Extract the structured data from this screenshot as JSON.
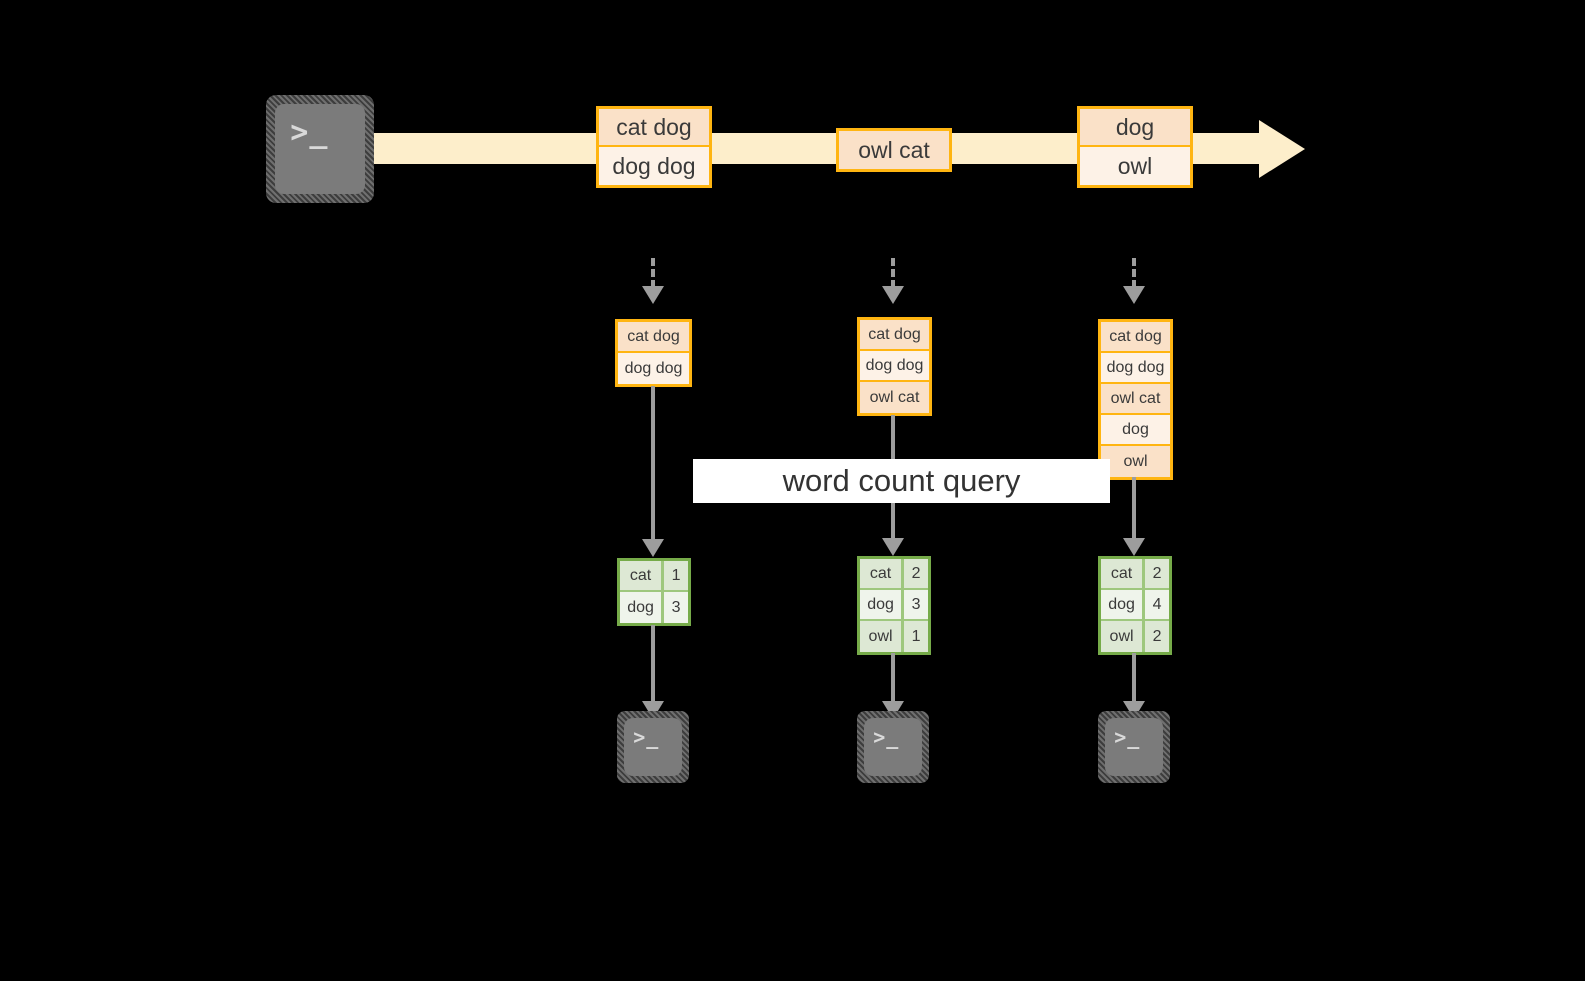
{
  "diagram": {
    "title": "word count query",
    "colors": {
      "background": "#000000",
      "stream_band": "#fdeecb",
      "record_border": "#ffb511",
      "record_cell_dark": "#fae1c8",
      "record_cell_light": "#fdf2e7",
      "table_border": "#76ab49",
      "table_cell_dark": "#dde8d4",
      "table_cell_light": "#eff4eb",
      "arrow_gray": "#9d9d9d",
      "label_background": "#ffffff",
      "icon_gray": "#7b7b7b"
    }
  },
  "source": {
    "icon": "terminal-icon",
    "prompt": ">_"
  },
  "stream": {
    "groups": [
      {
        "name": "stream-batch-1",
        "records": [
          {
            "text": "cat dog",
            "shade": "dark"
          },
          {
            "text": "dog dog",
            "shade": "light"
          }
        ]
      },
      {
        "name": "stream-batch-2",
        "records": [
          {
            "text": "owl cat",
            "shade": "dark"
          }
        ]
      },
      {
        "name": "stream-batch-3",
        "records": [
          {
            "text": "dog",
            "shade": "dark"
          },
          {
            "text": "owl",
            "shade": "light"
          }
        ]
      }
    ]
  },
  "query": {
    "label": "word count query"
  },
  "columns": [
    {
      "name": "micro-batch-1",
      "input": {
        "records": [
          {
            "text": "cat dog",
            "shade": "dark"
          },
          {
            "text": "dog dog",
            "shade": "light"
          }
        ]
      },
      "result": {
        "rows": [
          {
            "word": "cat",
            "count": "1",
            "shade": "dark"
          },
          {
            "word": "dog",
            "count": "3",
            "shade": "light"
          }
        ]
      },
      "sink": {
        "icon": "terminal-icon",
        "prompt": ">_"
      }
    },
    {
      "name": "micro-batch-2",
      "input": {
        "records": [
          {
            "text": "cat dog",
            "shade": "dark"
          },
          {
            "text": "dog dog",
            "shade": "light"
          },
          {
            "text": "owl cat",
            "shade": "dark"
          }
        ]
      },
      "result": {
        "rows": [
          {
            "word": "cat",
            "count": "2",
            "shade": "dark"
          },
          {
            "word": "dog",
            "count": "3",
            "shade": "light"
          },
          {
            "word": "owl",
            "count": "1",
            "shade": "dark"
          }
        ]
      },
      "sink": {
        "icon": "terminal-icon",
        "prompt": ">_"
      }
    },
    {
      "name": "micro-batch-3",
      "input": {
        "records": [
          {
            "text": "cat dog",
            "shade": "dark"
          },
          {
            "text": "dog dog",
            "shade": "light"
          },
          {
            "text": "owl cat",
            "shade": "dark"
          },
          {
            "text": "dog",
            "shade": "light"
          },
          {
            "text": "owl",
            "shade": "dark"
          }
        ]
      },
      "result": {
        "rows": [
          {
            "word": "cat",
            "count": "2",
            "shade": "dark"
          },
          {
            "word": "dog",
            "count": "4",
            "shade": "light"
          },
          {
            "word": "owl",
            "count": "2",
            "shade": "dark"
          }
        ]
      },
      "sink": {
        "icon": "terminal-icon",
        "prompt": ">_"
      }
    }
  ]
}
